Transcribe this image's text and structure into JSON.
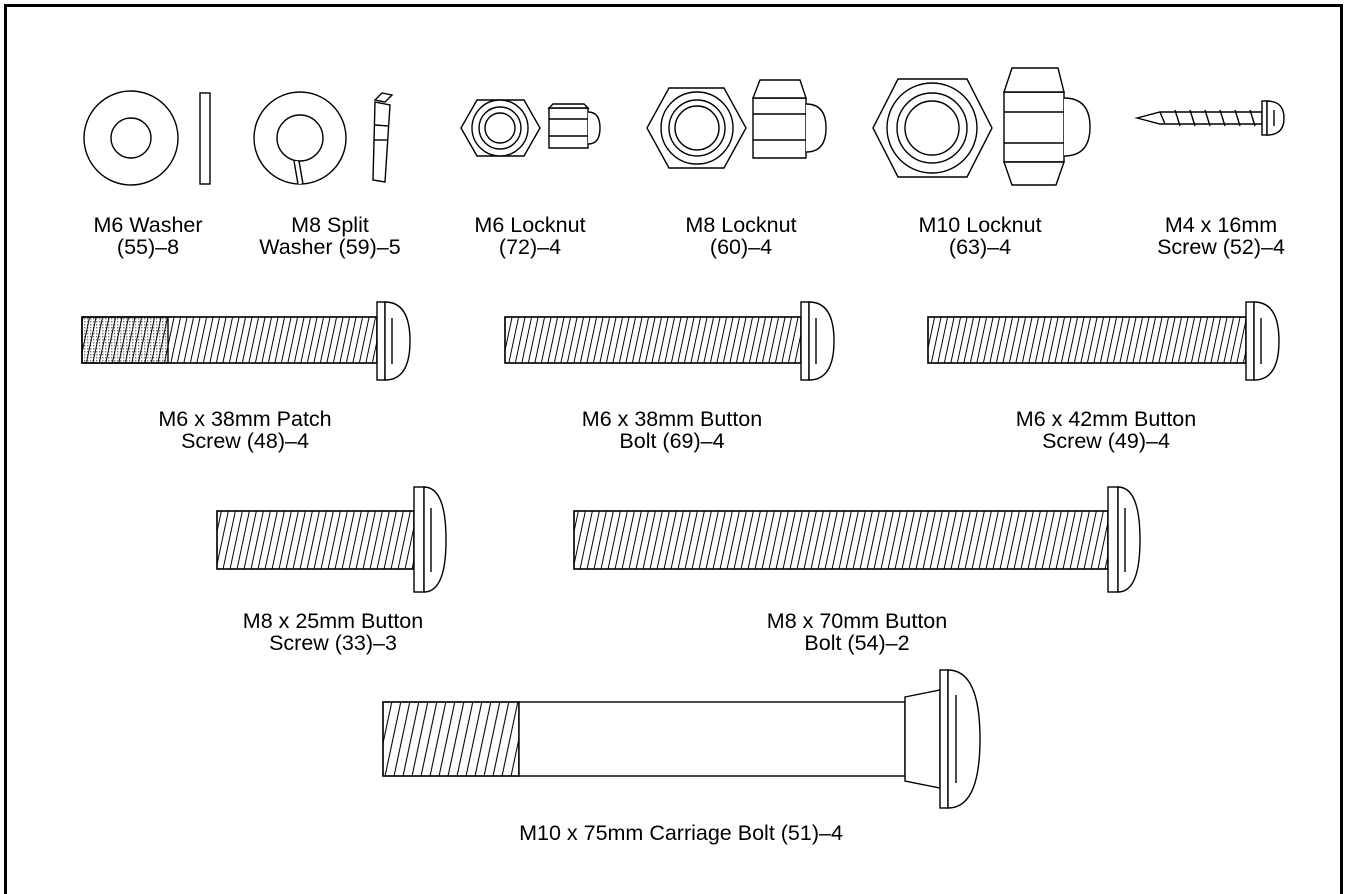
{
  "parts": [
    {
      "id": "m6-washer",
      "line1": "M6 Washer",
      "line2": "(55)–8"
    },
    {
      "id": "m8-split-washer",
      "line1": "M8 Split",
      "line2": "Washer (59)–5"
    },
    {
      "id": "m6-locknut",
      "line1": "M6 Locknut",
      "line2": "(72)–4"
    },
    {
      "id": "m8-locknut",
      "line1": "M8 Locknut",
      "line2": "(60)–4"
    },
    {
      "id": "m10-locknut",
      "line1": "M10 Locknut",
      "line2": "(63)–4"
    },
    {
      "id": "m4-screw",
      "line1": "M4 x 16mm",
      "line2": "Screw (52)–4"
    },
    {
      "id": "m6-patch-screw",
      "line1": "M6 x 38mm Patch",
      "line2": "Screw (48)–4"
    },
    {
      "id": "m6-button-bolt",
      "line1": "M6 x 38mm Button",
      "line2": "Bolt (69)–4"
    },
    {
      "id": "m6-button-screw",
      "line1": "M6 x 42mm Button",
      "line2": "Screw (49)–4"
    },
    {
      "id": "m8-button-screw",
      "line1": "M8 x 25mm Button",
      "line2": "Screw (33)–3"
    },
    {
      "id": "m8-button-bolt",
      "line1": "M8 x 70mm Button",
      "line2": "Bolt (54)–2"
    },
    {
      "id": "m10-carriage-bolt",
      "line1": "M10 x 75mm Carriage Bolt (51)–4",
      "line2": ""
    }
  ]
}
